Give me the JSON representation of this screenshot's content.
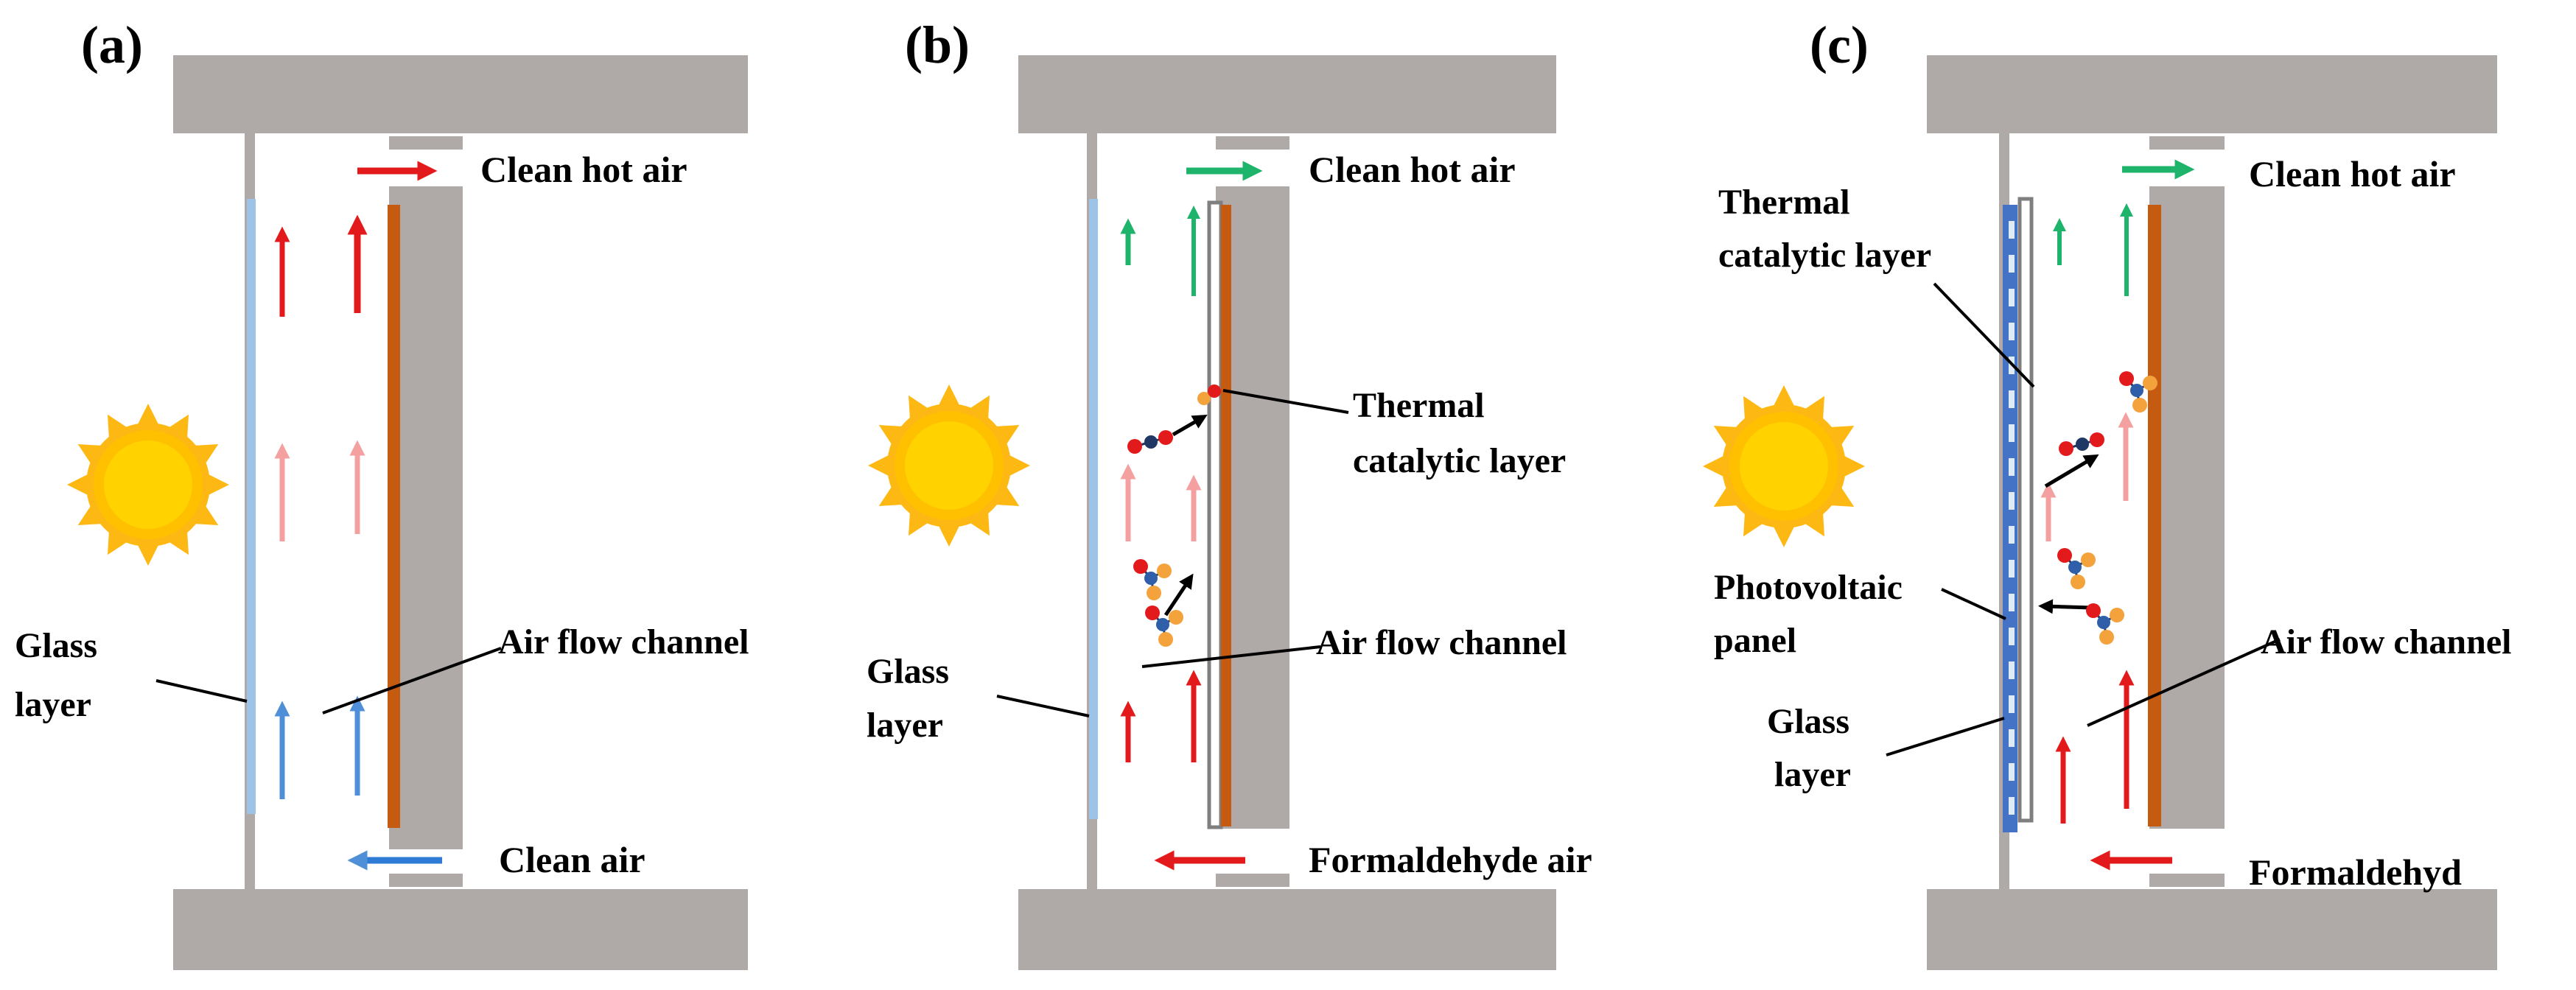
{
  "colors": {
    "wall": "#AFA9A7",
    "glass": "#9DC3E6",
    "absorber": "#C55A11",
    "catalytic_frame": "#7F7F7F",
    "pv_dark": "#4472C4",
    "pv_light": "#DEEBF7",
    "arrow_red": "#E31A1C",
    "arrow_pink": "#F4A0A0",
    "arrow_blue": "#4F8FD8",
    "arrow_green": "#1FB46B",
    "sun": "#FFC000",
    "molecule_red": "#E31A1C",
    "molecule_orange": "#F4A23C",
    "molecule_blue": "#2E5FA8",
    "molecule_navy": "#1F3864"
  },
  "panels": [
    {
      "id": "a",
      "letter": "(a)",
      "labels": {
        "top_outlet": "Clean hot air",
        "bottom_inlet": "Clean air",
        "glass": [
          "Glass",
          "layer"
        ],
        "channel": "Air flow channel"
      }
    },
    {
      "id": "b",
      "letter": "(b)",
      "labels": {
        "top_outlet": "Clean hot air",
        "bottom_inlet": "Formaldehyde air",
        "catalytic": [
          "Thermal",
          "catalytic layer"
        ],
        "glass": [
          "Glass",
          "layer"
        ],
        "channel": "Air flow channel"
      }
    },
    {
      "id": "c",
      "letter": "(c)",
      "labels": {
        "top_outlet": "Clean hot air",
        "bottom_inlet": "Formaldehyd",
        "catalytic": [
          "Thermal",
          "catalytic layer"
        ],
        "pv": [
          "Photovoltaic",
          "panel"
        ],
        "glass": [
          "Glass",
          "layer"
        ],
        "channel": "Air flow channel"
      }
    }
  ]
}
